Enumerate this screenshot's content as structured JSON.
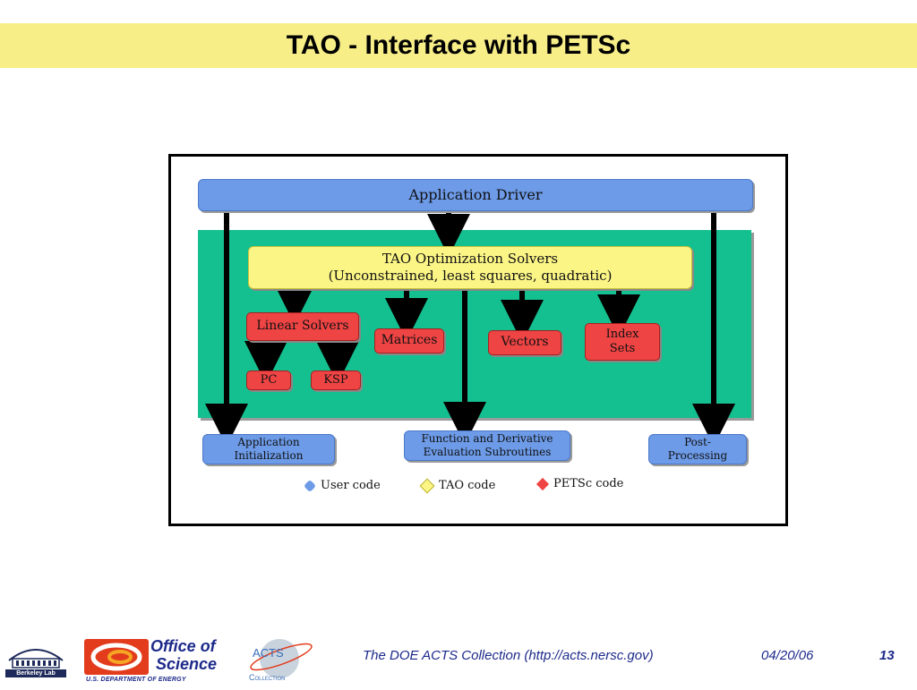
{
  "slide": {
    "title": "TAO - Interface with PETSc"
  },
  "diagram": {
    "application_driver": "Application Driver",
    "tao_solvers_line1": "TAO Optimization Solvers",
    "tao_solvers_line2": "(Unconstrained, least squares, quadratic)",
    "linear_solvers": "Linear Solvers",
    "matrices": "Matrices",
    "vectors": "Vectors",
    "index_sets_line1": "Index",
    "index_sets_line2": "Sets",
    "pc": "PC",
    "ksp": "KSP",
    "app_init_line1": "Application",
    "app_init_line2": "Initialization",
    "func_eval_line1": "Function and Derivative",
    "func_eval_line2": "Evaluation Subroutines",
    "post_proc_line1": "Post-",
    "post_proc_line2": "Processing",
    "legend": {
      "user": "User code",
      "tao": "TAO code",
      "petsc": "PETSc code"
    },
    "colors": {
      "user": "#6d9be8",
      "tao": "#fbf586",
      "petsc": "#ef4444",
      "background": "#14c08f"
    }
  },
  "footer": {
    "collection": "The DOE ACTS Collection (http://acts.nersc.gov)",
    "date": "04/20/06",
    "page": "13",
    "logos": {
      "berkeley": "Berkeley Lab",
      "office_line1": "Office of",
      "office_line2": "Science",
      "doe": "U.S. DEPARTMENT OF ENERGY",
      "acts": "ACTS",
      "acts_collection": "Collection"
    }
  }
}
